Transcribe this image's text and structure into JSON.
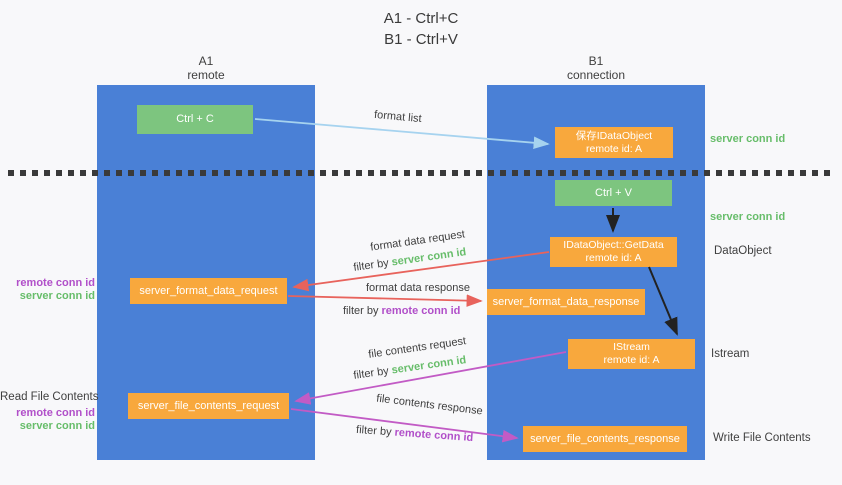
{
  "title": {
    "line1": "A1 - Ctrl+C",
    "line2": "B1 - Ctrl+V"
  },
  "columns": {
    "left": {
      "name": "A1",
      "subtitle": "remote"
    },
    "right": {
      "name": "B1",
      "subtitle": "connection"
    }
  },
  "boxes": {
    "ctrl_c": "Ctrl + C",
    "ctrl_v": "Ctrl + V",
    "save_idataobject_line1": "保存IDataObject",
    "save_idataobject_line2": "remote id: A",
    "getdata_line1": "IDataObject::GetData",
    "getdata_line2": "remote id: A",
    "istream_line1": "IStream",
    "istream_line2": "remote id: A",
    "format_request": "server_format_data_request",
    "format_response": "server_format_data_response",
    "file_request": "server_file_contents_request",
    "file_response": "server_file_contents_response"
  },
  "mid_labels": {
    "format_list": "format list",
    "format_data_request": "format data request",
    "format_data_response": "format data response",
    "file_contents_request": "file contents request",
    "file_contents_response": "file contents response",
    "filter_prefix": "filter by ",
    "server_conn_id": "server conn id",
    "remote_conn_id": "remote conn id"
  },
  "side_labels": {
    "server_conn_id": "server conn id",
    "remote_conn_id": "remote conn id",
    "dataobject": "DataObject",
    "istream": "Istream",
    "read_file_contents": "Read File Contents",
    "write_file_contents": "Write File Contents"
  },
  "colors": {
    "column_blue": "#4a80d6",
    "box_green": "#7dc57f",
    "box_orange": "#f8a83d",
    "arrow_light_blue": "#a6d3ef",
    "arrow_red": "#e8635c",
    "arrow_magenta": "#c25bc5",
    "arrow_black": "#222222",
    "text_green": "#67bd6a",
    "text_purple": "#b14fc9",
    "text_dark": "#3f3f3f",
    "background": "#f8f8fa"
  }
}
